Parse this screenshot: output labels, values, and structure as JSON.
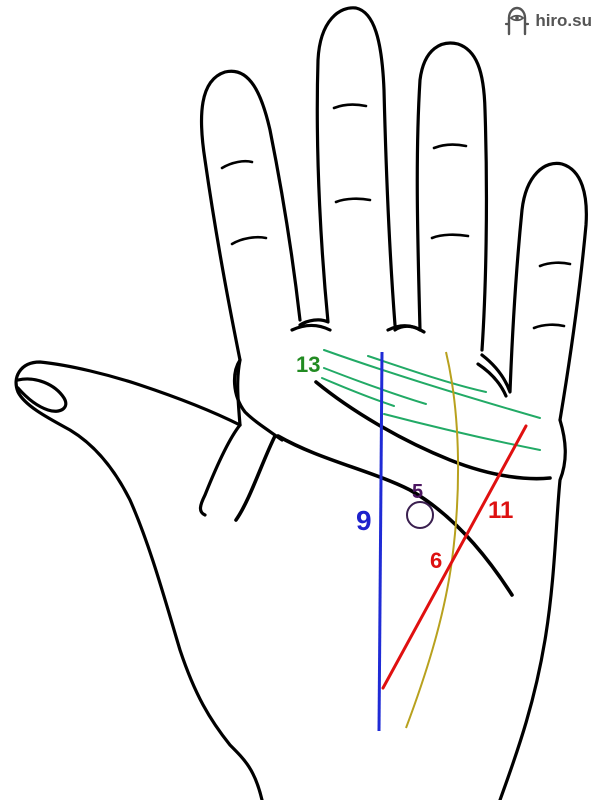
{
  "brand": {
    "text": "hiro.su",
    "icon": "palm-eye-logo-icon",
    "color": "#555555"
  },
  "labels": [
    {
      "id": "13",
      "text": "13",
      "color": "#228b22"
    },
    {
      "id": "5",
      "text": "5",
      "color": "#4b1560"
    },
    {
      "id": "9",
      "text": "9",
      "color": "#1e22cc"
    },
    {
      "id": "11",
      "text": "11",
      "color": "#dd1111"
    },
    {
      "id": "6",
      "text": "6",
      "color": "#dd1111"
    }
  ],
  "line_colors": {
    "green": "#22aa66",
    "blue": "#1f2bd6",
    "red": "#e01010",
    "olive": "#b8a11e",
    "purple": "#3a1f4f",
    "outline": "#000000"
  }
}
